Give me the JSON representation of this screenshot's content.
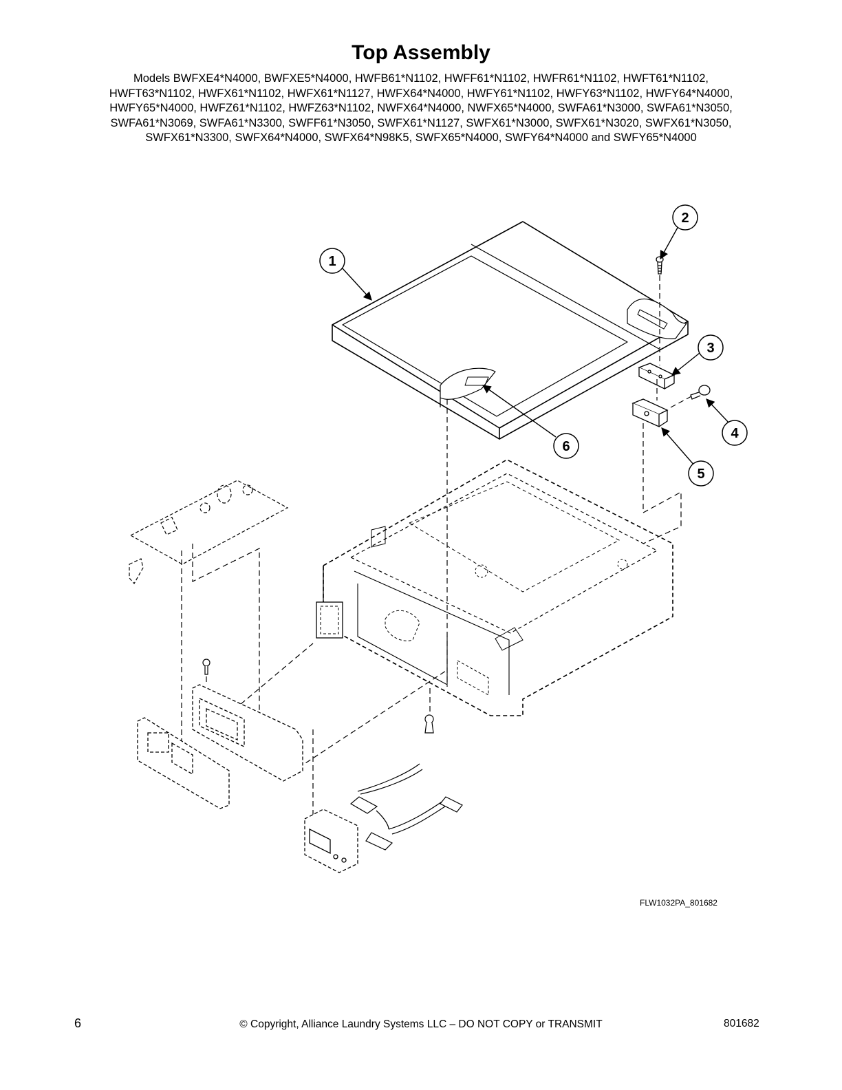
{
  "header": {
    "title": "Top Assembly",
    "models_lines": [
      "Models BWFXE4*N4000, BWFXE5*N4000, HWFB61*N1102, HWFF61*N1102, HWFR61*N1102, HWFT61*N1102,",
      "HWFT63*N1102, HWFX61*N1102, HWFX61*N1127, HWFX64*N4000, HWFY61*N1102, HWFY63*N1102, HWFY64*N4000,",
      "HWFY65*N4000, HWFZ61*N1102, HWFZ63*N1102, NWFX64*N4000, NWFX65*N4000, SWFA61*N3000, SWFA61*N3050,",
      "SWFA61*N3069, SWFA61*N3300, SWFF61*N3050, SWFX61*N1127, SWFX61*N3000, SWFX61*N3020, SWFX61*N3050,",
      "SWFX61*N3300, SWFX64*N4000, SWFX64*N98K5, SWFX65*N4000, SWFY64*N4000 and SWFY65*N4000"
    ]
  },
  "callouts": [
    "1",
    "2",
    "3",
    "4",
    "5",
    "6"
  ],
  "drawing_code": "FLW1032PA_801682",
  "footer": {
    "page_number": "6",
    "copyright": "© Copyright, Alliance Laundry Systems LLC – DO NOT COPY or TRANSMIT",
    "doc_number": "801682"
  }
}
